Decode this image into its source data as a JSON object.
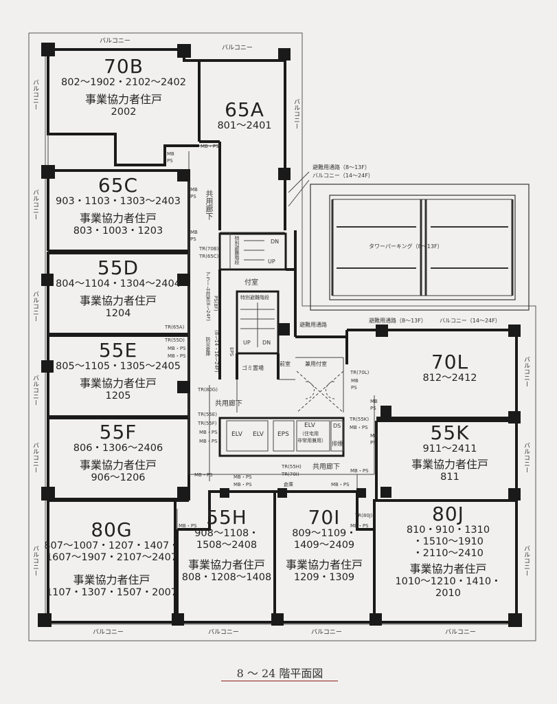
{
  "balcony": "バルコニー",
  "units": {
    "u70b": {
      "name": "70B",
      "range": "802〜1902・2102〜2402",
      "coop": "事業協力者住戸",
      "cooprange": "2002"
    },
    "u65a": {
      "name": "65A",
      "range": "801〜2401"
    },
    "u65c": {
      "name": "65C",
      "range": "903・1103・1303〜2403",
      "coop": "事業協力者住戸",
      "cooprange": "803・1003・1203"
    },
    "u55d": {
      "name": "55D",
      "range": "804〜1104・1304〜2404",
      "coop": "事業協力者住戸",
      "cooprange": "1204"
    },
    "u55e": {
      "name": "55E",
      "range": "805〜1105・1305〜2405",
      "coop": "事業協力者住戸",
      "cooprange": "1205"
    },
    "u55f": {
      "name": "55F",
      "range": "806・1306〜2406",
      "coop": "事業協力者住戸",
      "cooprange": "906〜1206"
    },
    "u80g": {
      "name": "80G",
      "range1": "807〜1007・1207・1407・",
      "range2": "1607〜1907・2107〜2407",
      "coop": "事業協力者住戸",
      "cooprange": "1107・1307・1507・2007"
    },
    "u55h": {
      "name": "55H",
      "range1": "908〜1108・",
      "range2": "1508〜2408",
      "coop": "事業協力者住戸",
      "cooprange": "808・1208〜1408"
    },
    "u70i": {
      "name": "70I",
      "range1": "809〜1109・",
      "range2": "1409〜2409",
      "coop": "事業協力者住戸",
      "cooprange": "1209・1309"
    },
    "u80j": {
      "name": "80J",
      "range1": "810・910・1310",
      "range2": "・1510〜1910",
      "range3": "・2110〜2410",
      "coop": "事業協力者住戸",
      "cooprange": "1010〜1210・1410・2010"
    },
    "u70l": {
      "name": "70L",
      "range": "812〜2412"
    },
    "u55k": {
      "name": "55K",
      "range": "911〜2411",
      "coop": "事業協力者住戸",
      "cooprange": "811"
    }
  },
  "labels": {
    "evac1": "避難用通路（8〜13F）",
    "evac2": "バルコニー（14〜24F）",
    "parking": "タワーパーキング（8〜13F）",
    "corridor": "共用廊下",
    "corridor_v": "共用廊下",
    "annex": "付室",
    "special_stair": "特別避難階段",
    "special_stair_v": "特別避難階段",
    "dn": "DN",
    "up": "UP",
    "evac_route": "避難用通路",
    "evac_route2": "避難用通路（8〜13F）",
    "balcony_14": "バルコニー（14〜24F）",
    "garbage": "ゴミ置場",
    "anteroom": "前室",
    "shared_annex": "兼用付室",
    "elv": "ELV",
    "eps": "EPS",
    "ds": "DS",
    "smoke": "排煙",
    "elv_res1": "ELV",
    "elv_res2": "（住宅用",
    "elv_res3": "非常用兼用）",
    "mbps": "MB・PS",
    "mb": "MB",
    "ps": "PS",
    "tr70b": "TR(70B)",
    "tr65c": "TR(65C)",
    "tr65a": "TR(65A)",
    "tr55d": "TR(55D)",
    "tr80g": "TR(80G)",
    "tr55e": "TR(55E)",
    "tr55f": "TR(55F)",
    "tr55h": "TR(55H)",
    "tr70i": "TR(70I)",
    "tr70l": "TR(70L)",
    "tr55k": "TR(55K)",
    "tr80j": "TR(80J)",
    "alarm": "アラーム弁室(8〜24F)",
    "ps3f": "PS(8F)",
    "fire_store": "防災倉庫",
    "fire_store_floors": "(8〜14・16〜24F)",
    "storage": "倉庫",
    "eps_v": "EPS"
  },
  "caption": "8 〜 24 階平面図",
  "colors": {
    "wall": "#1a1a1a",
    "paper": "#f1f0ee",
    "thin": "#444",
    "accent": "#8a1a1a"
  }
}
